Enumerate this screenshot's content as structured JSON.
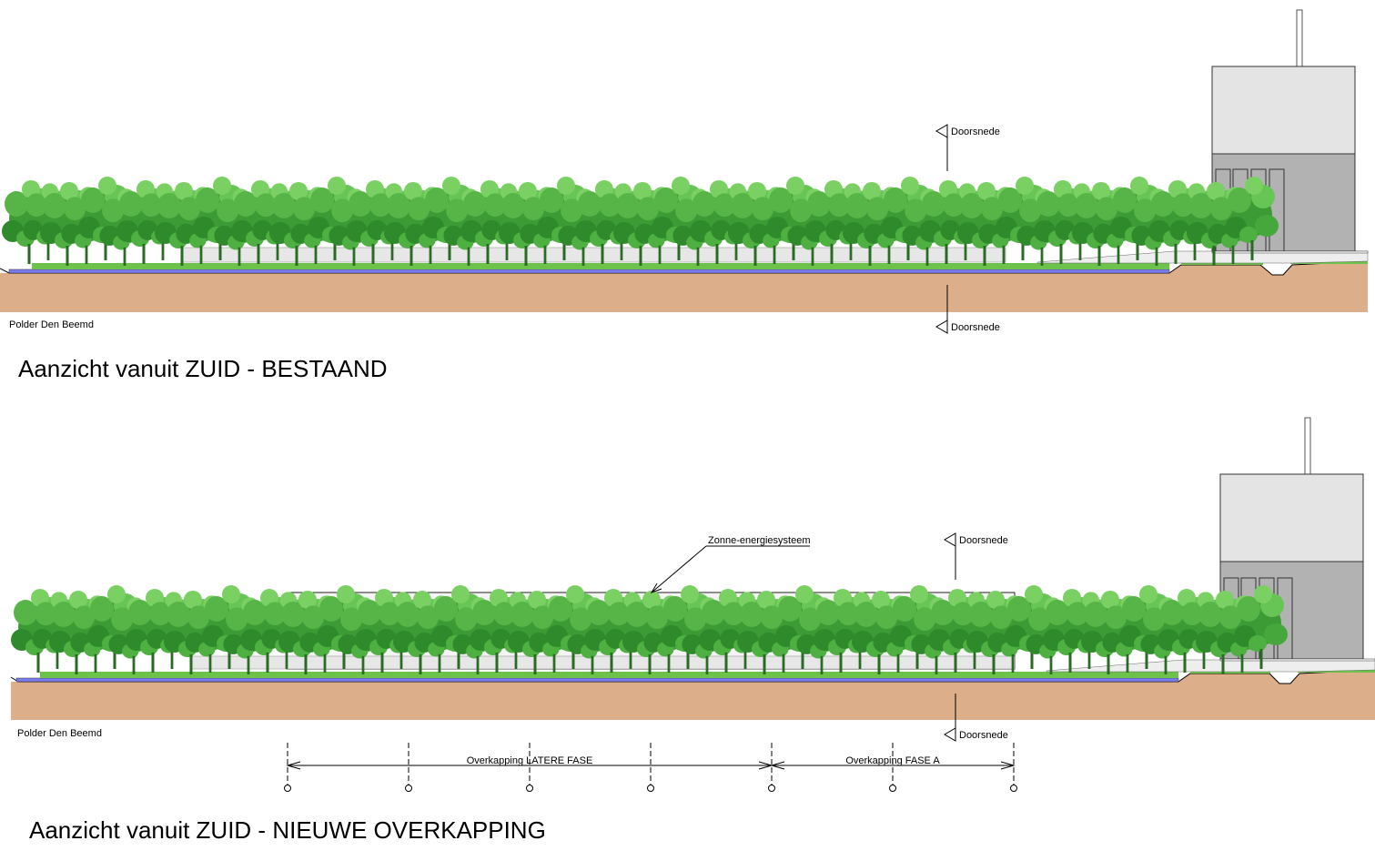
{
  "drawing": {
    "top": {
      "title": "Aanzicht vanuit ZUID - BESTAAND",
      "polder_label": "Polder Den Beemd",
      "section_marker_top": "Doorsnede",
      "section_marker_bottom": "Doorsnede"
    },
    "bottom": {
      "title": "Aanzicht vanuit ZUID - NIEUWE OVERKAPPING",
      "polder_label": "Polder Den Beemd",
      "section_marker_top": "Doorsnede",
      "section_marker_bottom": "Doorsnede",
      "solar_label": "Zonne-energiesysteem",
      "dimension_later": "Overkapping LATERE FASE",
      "dimension_fase_a": "Overkapping FASE A"
    }
  },
  "colors": {
    "soil": "#dcae8a",
    "grass": "#6cc24a",
    "water": "#7b7bf0",
    "tree_dark": "#2e8b2e",
    "tree_light": "#5cbf4a",
    "building_light": "#e4e4e4",
    "building_dark": "#b2b2b2"
  }
}
